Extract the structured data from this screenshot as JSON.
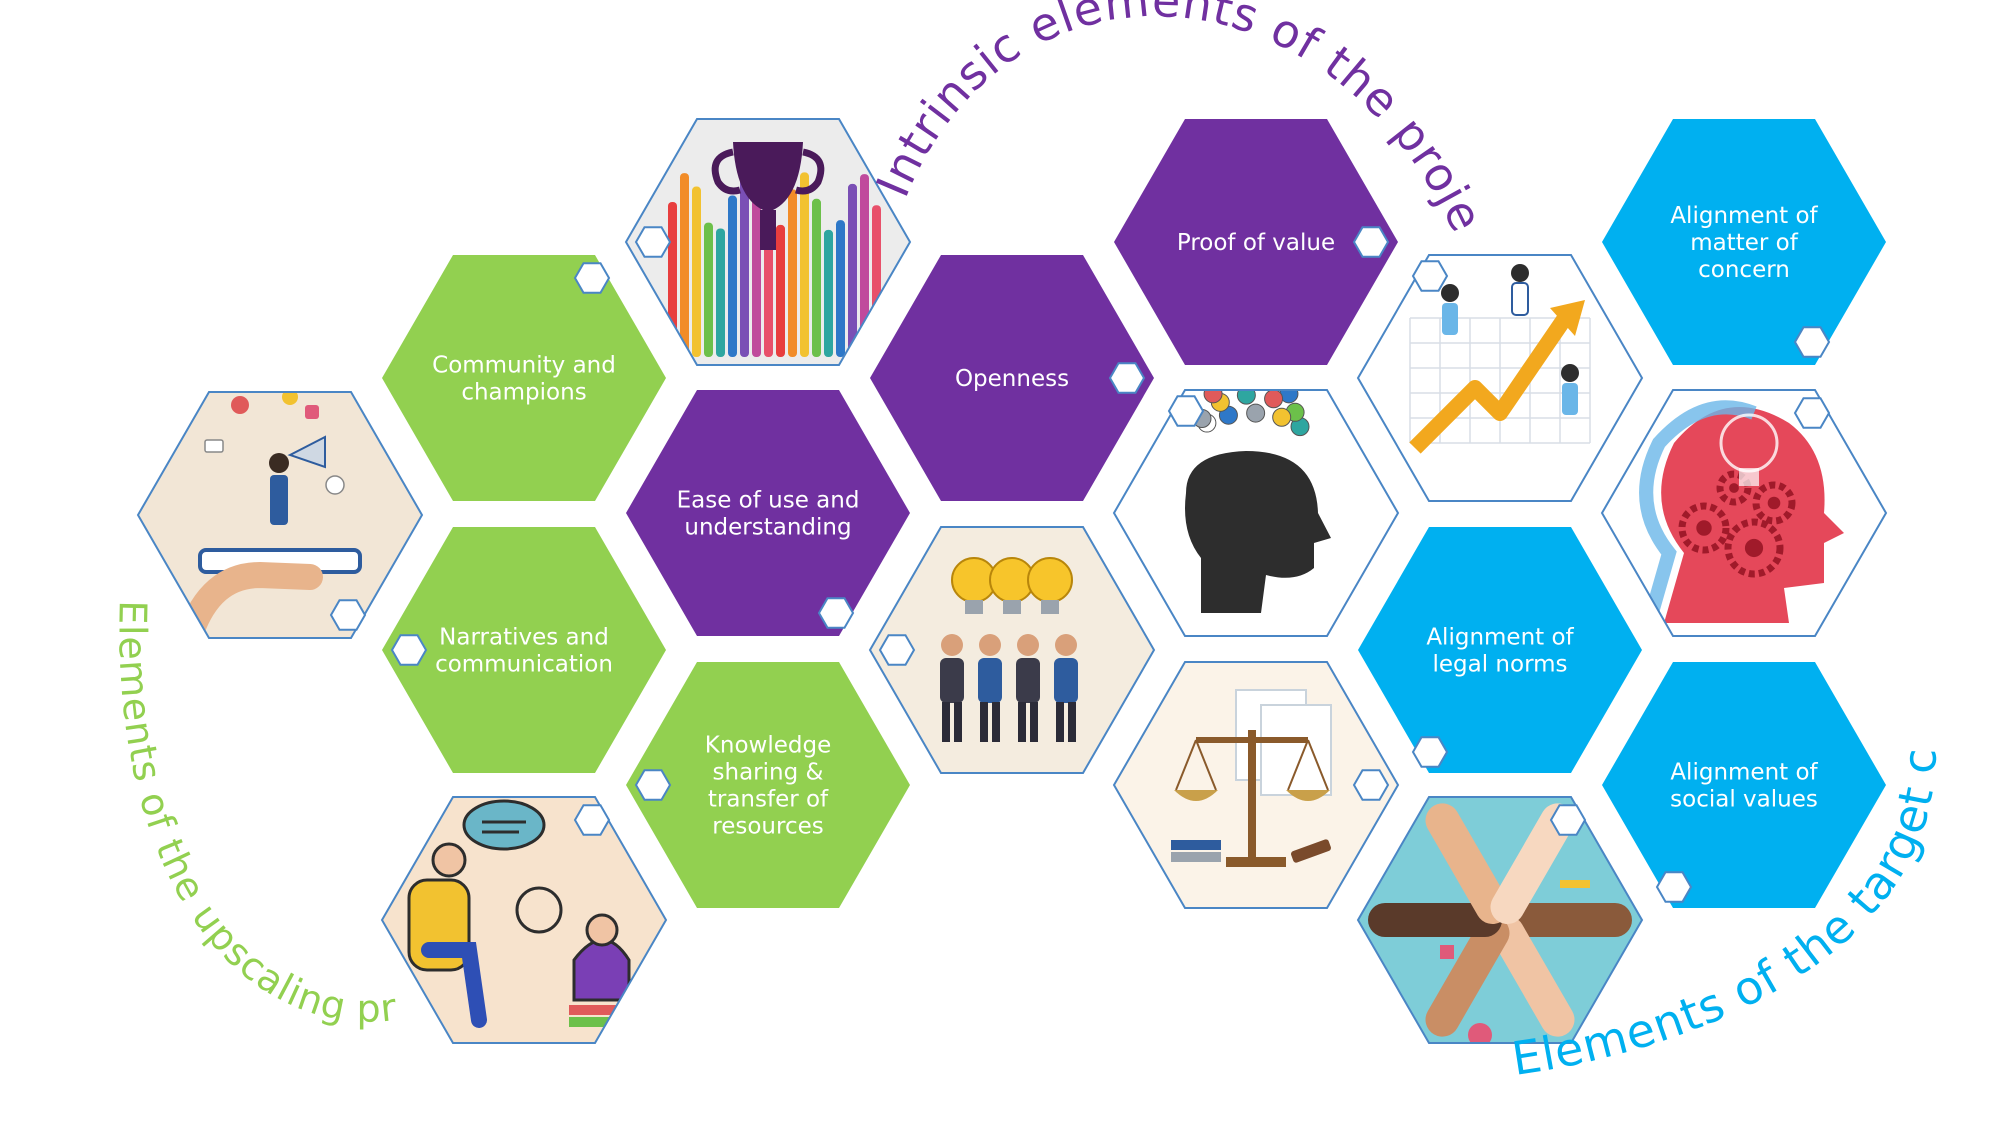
{
  "colors": {
    "green": "#92d050",
    "purple": "#7030a0",
    "blue": "#00b0f0",
    "outline": "#4a86c5",
    "white": "#ffffff"
  },
  "arc_labels": {
    "intrinsic": "Intrinsic elements of the project",
    "upscaling": "Elements of the upscaling process",
    "target": "Elements of the target context"
  },
  "hexagons": [
    {
      "id": "teacher-megaphone-illustration",
      "kind": "image",
      "icon": "teacher-megaphone-on-book-icon"
    },
    {
      "id": "community-and-champions",
      "kind": "text",
      "color": "green",
      "lines": [
        "Community and",
        "champions"
      ]
    },
    {
      "id": "trophy-hands-illustration",
      "kind": "image",
      "icon": "trophy-raised-hands-icon"
    },
    {
      "id": "narratives-and-communication",
      "kind": "text",
      "color": "green",
      "lines": [
        "Narratives and",
        "communication"
      ]
    },
    {
      "id": "ease-of-use",
      "kind": "text",
      "color": "purple",
      "lines": [
        "Ease of use and",
        "understanding"
      ]
    },
    {
      "id": "conversation-illustration",
      "kind": "image",
      "icon": "two-people-conversation-icon"
    },
    {
      "id": "knowledge-sharing",
      "kind": "text",
      "color": "green",
      "lines": [
        "Knowledge",
        "sharing &",
        "transfer of",
        "resources"
      ]
    },
    {
      "id": "openness",
      "kind": "text",
      "color": "purple",
      "lines": [
        "Openness"
      ]
    },
    {
      "id": "lightbulb-team-illustration",
      "kind": "image",
      "icon": "team-lightbulbs-icon"
    },
    {
      "id": "proof-of-value",
      "kind": "text",
      "color": "purple",
      "lines": [
        "Proof of value"
      ]
    },
    {
      "id": "head-ideas-illustration",
      "kind": "image",
      "icon": "head-with-ideas-icon"
    },
    {
      "id": "scales-justice-illustration",
      "kind": "image",
      "icon": "scales-of-justice-icon"
    },
    {
      "id": "growth-chart-illustration",
      "kind": "image",
      "icon": "growth-chart-team-icon"
    },
    {
      "id": "alignment-legal-norms",
      "kind": "text",
      "color": "blue",
      "lines": [
        "Alignment of",
        "legal norms"
      ]
    },
    {
      "id": "stacked-hands-illustration",
      "kind": "image",
      "icon": "stacked-hands-icon"
    },
    {
      "id": "alignment-matter-of-concern",
      "kind": "text",
      "color": "blue",
      "lines": [
        "Alignment of",
        "matter of",
        "concern"
      ]
    },
    {
      "id": "gears-head-illustration",
      "kind": "image",
      "icon": "gears-in-head-icon"
    },
    {
      "id": "alignment-social-values",
      "kind": "text",
      "color": "blue",
      "lines": [
        "Alignment of",
        "social values"
      ]
    }
  ]
}
